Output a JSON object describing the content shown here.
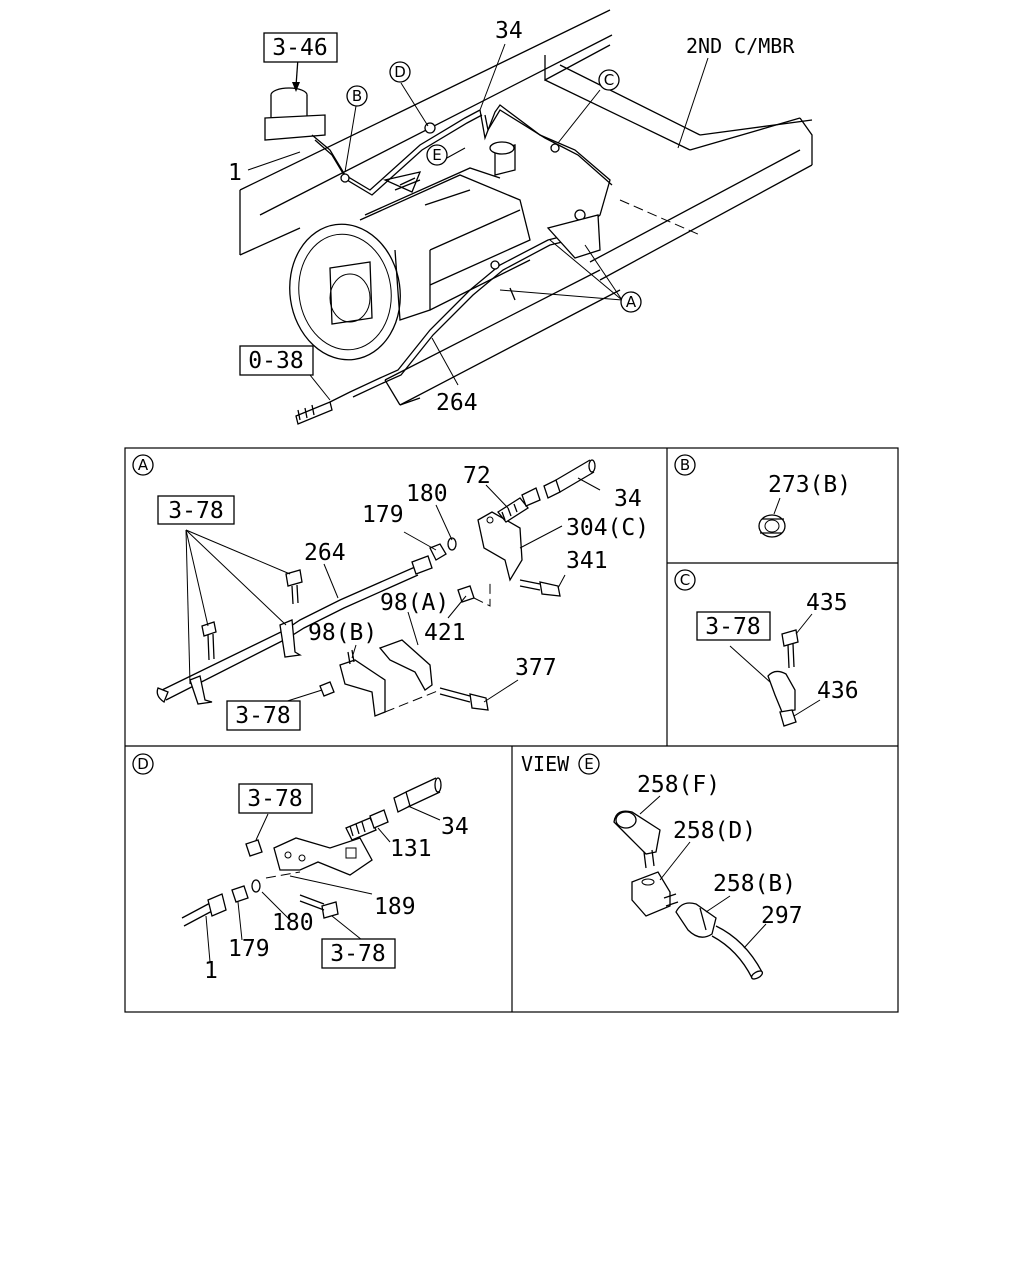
{
  "overview": {
    "callouts": {
      "ref_3_46": "3-46",
      "ref_0_38": "0-38",
      "part_34": "34",
      "frame_label": "2ND C/MBR",
      "part_1": "1",
      "part_264": "264"
    },
    "circle_markers": {
      "A": "A",
      "B": "B",
      "C": "C",
      "D": "D",
      "E": "E"
    }
  },
  "panel_A": {
    "marker": "A",
    "labels": {
      "p72": "72",
      "p180": "180",
      "p34": "34",
      "p179": "179",
      "p304c": "304(C)",
      "ref_3_78_top": "3-78",
      "p264": "264",
      "p341": "341",
      "p98a": "98(A)",
      "p98b": "98(B)",
      "p421": "421",
      "p377": "377",
      "ref_3_78_bottom": "3-78"
    }
  },
  "panel_B": {
    "marker": "B",
    "labels": {
      "p273b": "273(B)"
    }
  },
  "panel_C": {
    "marker": "C",
    "labels": {
      "ref_3_78": "3-78",
      "p435": "435",
      "p436": "436"
    }
  },
  "panel_D": {
    "marker": "D",
    "labels": {
      "ref_3_78_top": "3-78",
      "p34": "34",
      "p131": "131",
      "p189": "189",
      "p180": "180",
      "p179": "179",
      "p1": "1",
      "ref_3_78_bottom": "3-78"
    }
  },
  "panel_E": {
    "view_text": "VIEW",
    "marker": "E",
    "labels": {
      "p258f": "258(F)",
      "p258d": "258(D)",
      "p258b": "258(B)",
      "p297": "297"
    }
  }
}
